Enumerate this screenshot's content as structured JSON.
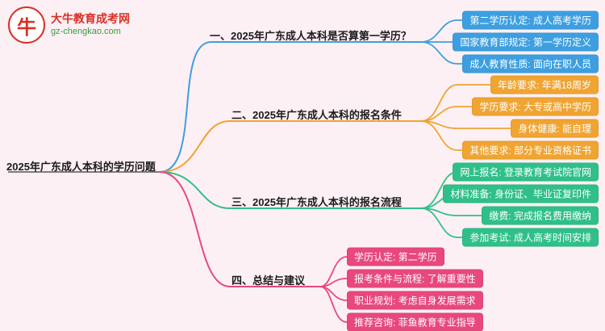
{
  "logo": {
    "title": "大牛教育成考网",
    "subtitle": "gz-chengkao.com",
    "icon_glyph": "牛"
  },
  "root": {
    "text": "2025年广东成人本科的学历问题"
  },
  "colors": {
    "background": "#fdf0f4",
    "branch1_blue": "#3d9fe0",
    "branch2_orange": "#f0a432",
    "branch3_green": "#2fc089",
    "branch4_pink": "#e8487e",
    "logo_red": "#d93025",
    "logo_green": "#2e9e3e"
  },
  "branches": [
    {
      "label": "一、2025年广东成人本科是否算第一学历？",
      "color": "#3d9fe0",
      "leaves": [
        "第二学历认定: 成人高考学历",
        "国家教育部规定: 第一学历定义",
        "成人教育性质: 面向在职人员"
      ]
    },
    {
      "label": "二、2025年广东成人本科的报名条件",
      "color": "#f0a432",
      "leaves": [
        "年龄要求: 年满18周岁",
        "学历要求: 大专或高中学历",
        "身体健康: 能自理",
        "其他要求: 部分专业资格证书"
      ]
    },
    {
      "label": "三、2025年广东成人本科的报名流程",
      "color": "#2fc089",
      "leaves": [
        "网上报名: 登录教育考试院官网",
        "材料准备: 身份证、毕业证复印件",
        "缴费: 完成报名费用缴纳",
        "参加考试: 成人高考时间安排"
      ]
    },
    {
      "label": "四、总结与建议",
      "color": "#e8487e",
      "leaves": [
        "学历认定: 第二学历",
        "报考条件与流程: 了解重要性",
        "职业规划: 考虑自身发展需求",
        "推荐咨询: 菲鱼教育专业指导"
      ]
    }
  ]
}
